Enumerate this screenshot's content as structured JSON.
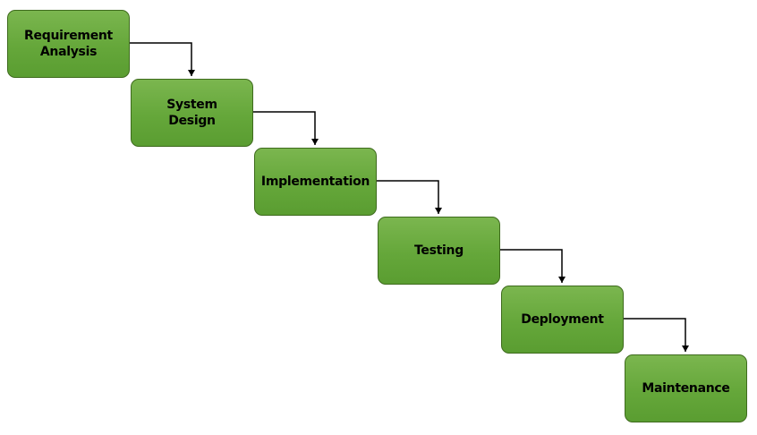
{
  "stages": [
    {
      "label": "Requirement\nAnalysis"
    },
    {
      "label": "System\nDesign"
    },
    {
      "label": "Implementation"
    },
    {
      "label": "Testing"
    },
    {
      "label": "Deployment"
    },
    {
      "label": "Maintenance"
    }
  ],
  "colors": {
    "box_fill": "#6aab3f",
    "box_border": "#3e6b1d",
    "connector": "#000000"
  }
}
